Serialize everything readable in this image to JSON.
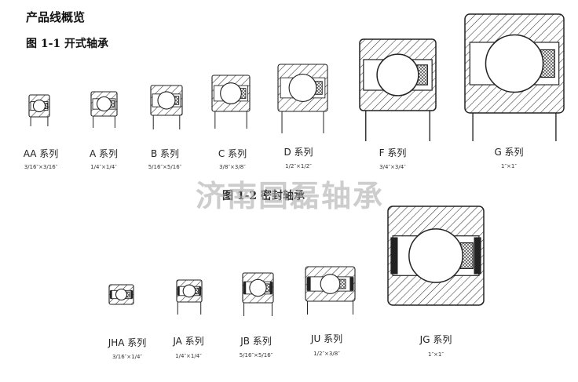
{
  "overview_title": "产品线概览",
  "figure1": {
    "caption": "图 1-1  开式轴承",
    "bearings": [
      {
        "id": "aa",
        "name": "AA 系列",
        "size": "3/16″×3/16″"
      },
      {
        "id": "a",
        "name": "A 系列",
        "size": "1/4″×1/4″"
      },
      {
        "id": "b",
        "name": "B 系列",
        "size": "5/16″×5/16″"
      },
      {
        "id": "c",
        "name": "C 系列",
        "size": "3/8″×3/8″"
      },
      {
        "id": "d",
        "name": "D 系列",
        "size": "1/2″×1/2″"
      },
      {
        "id": "f",
        "name": "F 系列",
        "size": "3/4″×3/4″"
      },
      {
        "id": "g",
        "name": "G 系列",
        "size": "1″×1″"
      }
    ]
  },
  "figure2": {
    "caption": "图 1-2  密封轴承",
    "bearings": [
      {
        "id": "jha",
        "name": "JHA 系列",
        "size": "3/16″×1/4″"
      },
      {
        "id": "ja",
        "name": "JA 系列",
        "size": "1/4″×1/4″"
      },
      {
        "id": "jb",
        "name": "JB 系列",
        "size": "5/16″×5/16″"
      },
      {
        "id": "ju",
        "name": "JU 系列",
        "size": "1/2″×3/8″"
      },
      {
        "id": "jg",
        "name": "JG 系列",
        "size": "1″×1″"
      }
    ]
  },
  "watermark": "济南国磊轴承"
}
